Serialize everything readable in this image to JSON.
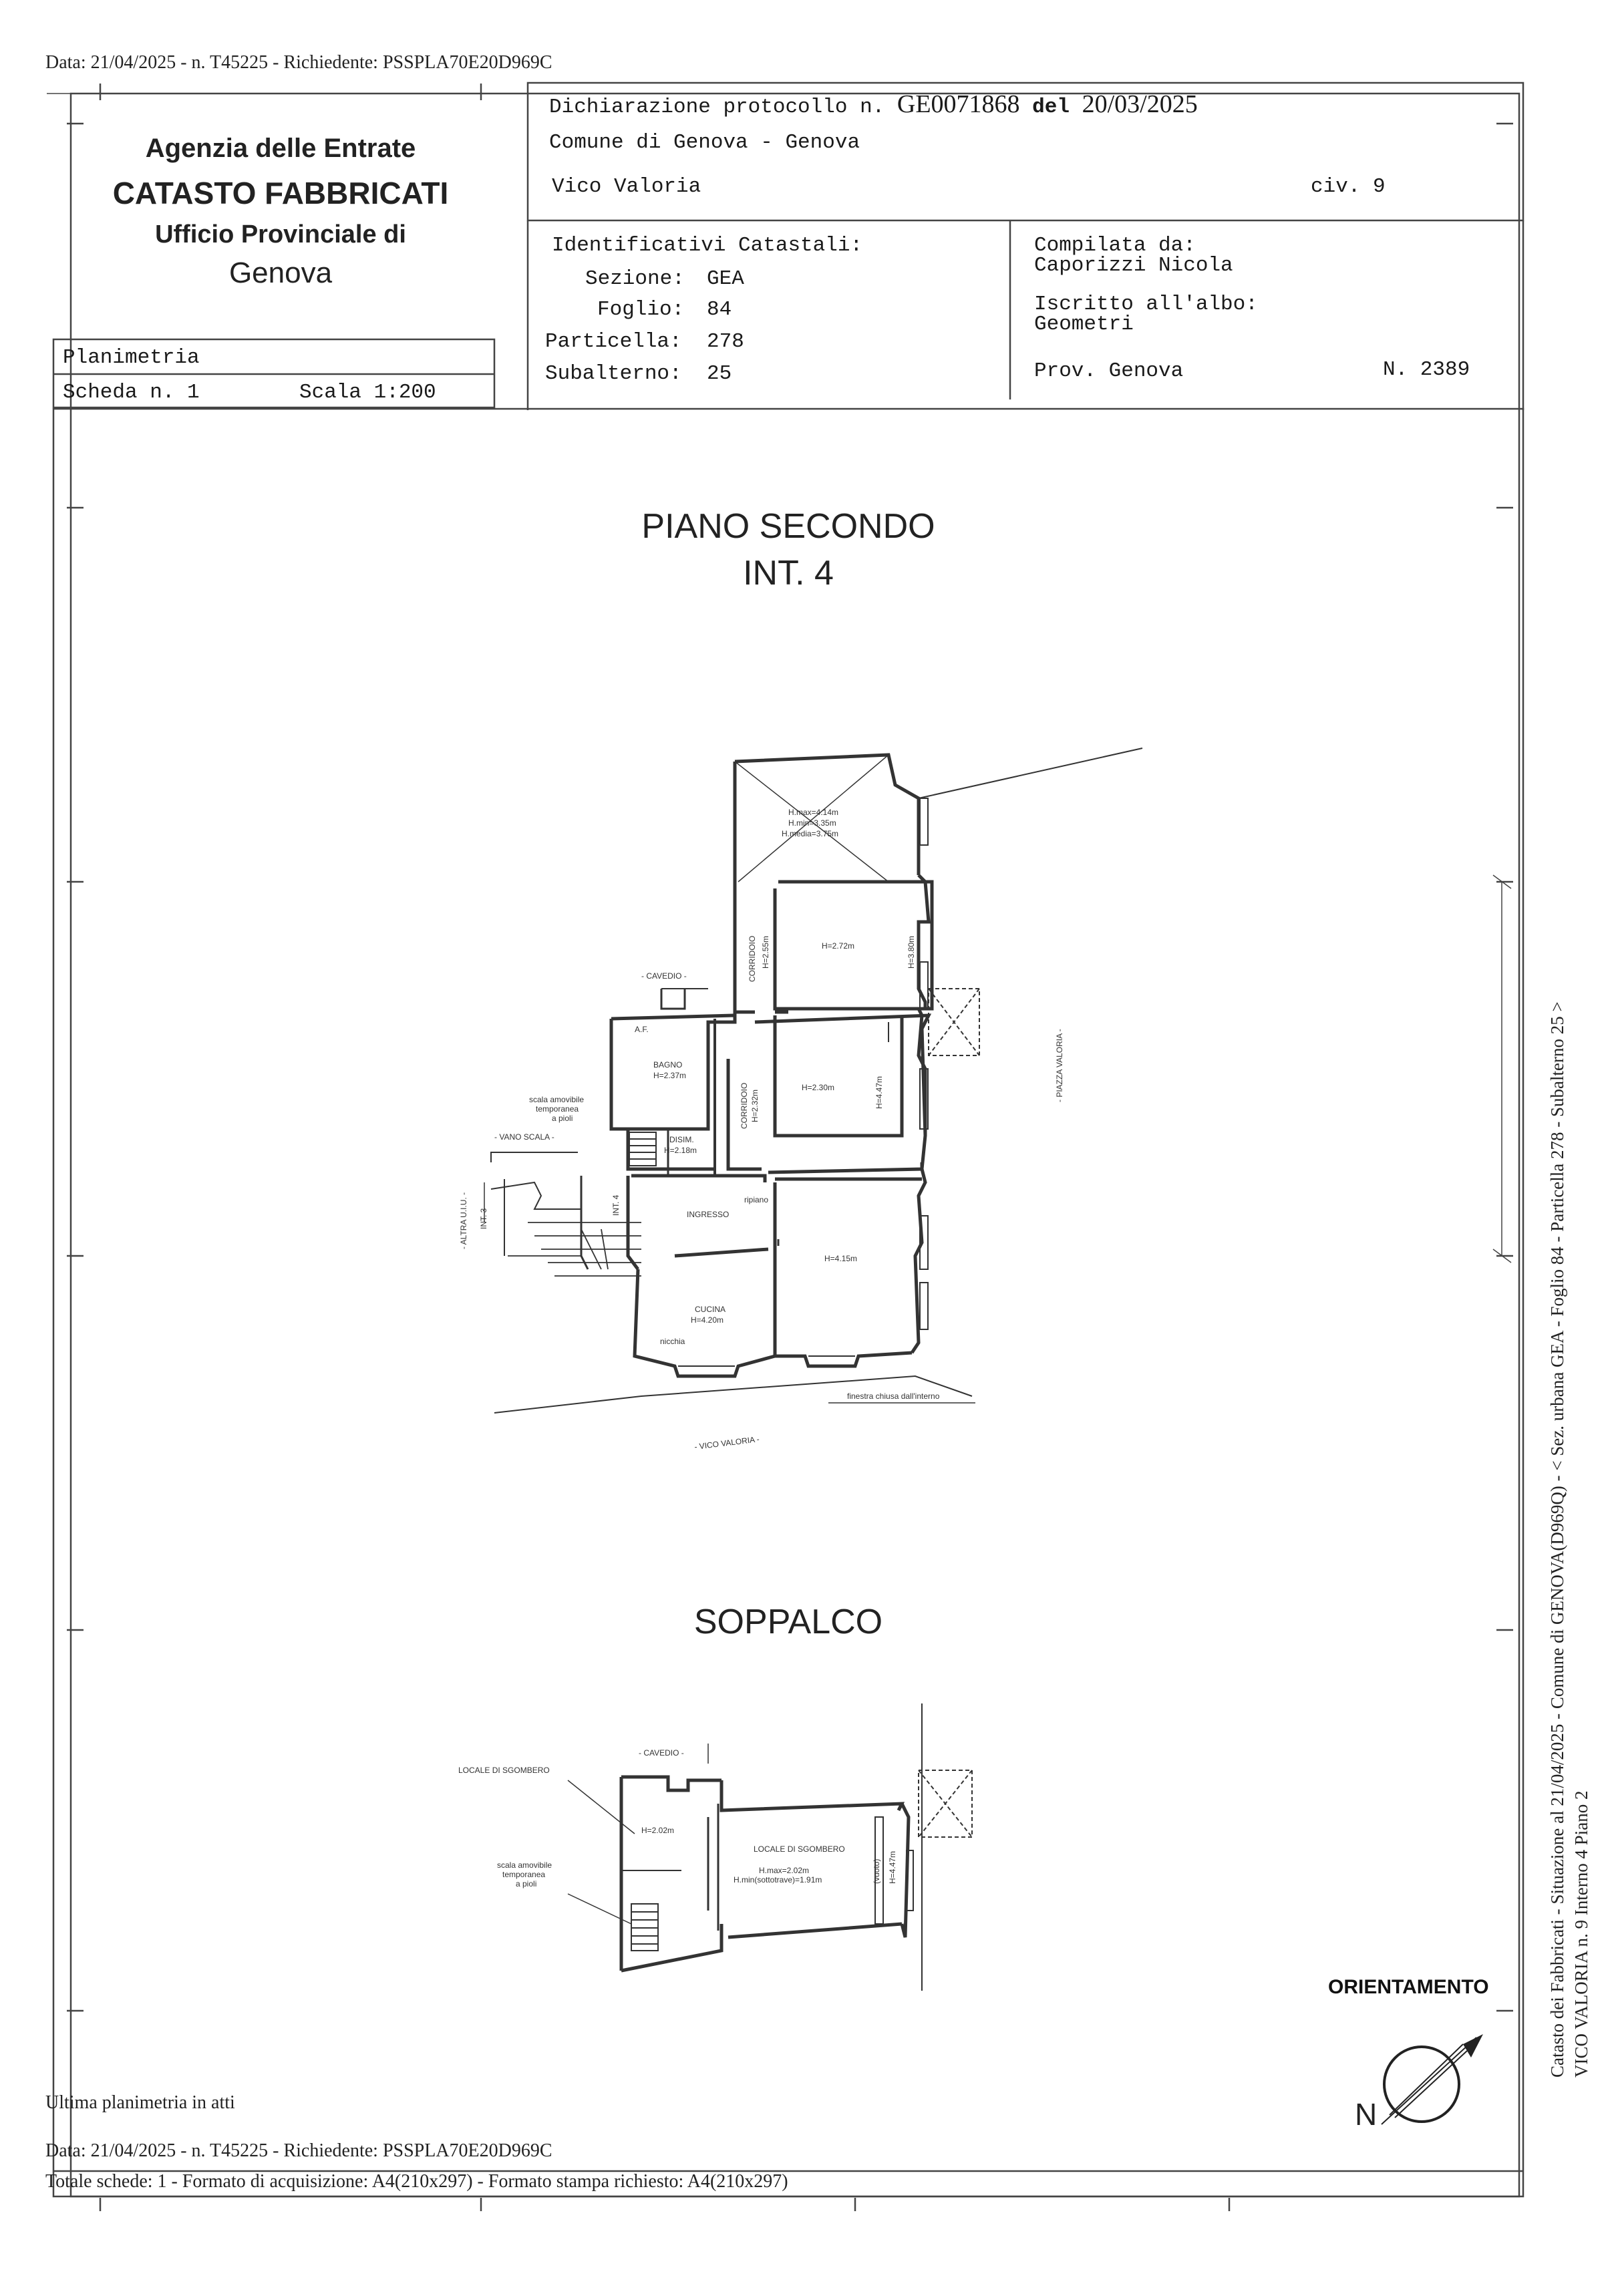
{
  "stamp_top": "Data: 21/04/2025 - n. T45225 - Richiedente: PSSPLA70E20D969C",
  "agency": {
    "name": "Agenzia delle Entrate",
    "registry": "CATASTO FABBRICATI",
    "office": "Ufficio Provinciale di",
    "city": "Genova"
  },
  "declaration": {
    "protocol_label": "Dichiarazione protocollo n.",
    "protocol_number": "GE0071868",
    "del_label": "del",
    "date": "20/03/2025",
    "municipality": "Comune di Genova - Genova",
    "street": "Vico Valoria",
    "civic": "civ. 9"
  },
  "identifiers": {
    "heading": "Identificativi Catastali:",
    "sezione_label": "Sezione:",
    "sezione": "GEA",
    "foglio_label": "Foglio:",
    "foglio": "84",
    "particella_label": "Particella:",
    "particella": "278",
    "subalterno_label": "Subalterno:",
    "subalterno": "25"
  },
  "compiler": {
    "label": "Compilata da:",
    "name": "Caporizzi Nicola",
    "albo_label": "Iscritto all'albo:",
    "albo": "Geometri",
    "prov": "Prov. Genova",
    "number": "N. 2389"
  },
  "sheet": {
    "type": "Planimetria",
    "scheda": "Scheda n. 1",
    "scala": "Scala 1:200"
  },
  "plan1": {
    "title": "PIANO SECONDO",
    "subtitle": "INT. 4",
    "labels": {
      "h_max": "H.max=4.14m",
      "h_min": "H.min=3.35m",
      "h_media": "H.media=3.75m",
      "corridoio1": "CORRIDOIO",
      "h255": "H=2.55m",
      "h272": "H=2.72m",
      "h380": "H=3.80m",
      "cavedio": "- CAVEDIO -",
      "af": "A.F.",
      "bagno": "BAGNO",
      "h237": "H=2.37m",
      "corridoio2": "CORRIDOIO",
      "h232": "H=2.32m",
      "h230": "H=2.30m",
      "h447": "H=4.47m",
      "piazza": "- PIAZZA VALORIA -",
      "scala_mobile": "scala amovibile",
      "temporanea": "temporanea",
      "a_pioli": "a pioli",
      "vano_scala": "- VANO SCALA -",
      "disim": "DISIM.",
      "h218": "H=2.18m",
      "altra_uiu": "- ALTRA U.I.U. -",
      "int3": "INT. 3",
      "int4": "INT. 4",
      "ripiano": "ripiano",
      "ingresso": "INGRESSO",
      "h415": "H=4.15m",
      "cucina": "CUCINA",
      "h420": "H=4.20m",
      "nicchia": "nicchia",
      "finestra": "finestra chiusa dall'interno",
      "vico": "- VICO VALORIA -"
    }
  },
  "plan2": {
    "title": "SOPPALCO",
    "labels": {
      "cavedio": "- CAVEDIO -",
      "locale_sgombero_ref": "LOCALE DI SGOMBERO",
      "h202": "H=2.02m",
      "locale_sgombero": "LOCALE DI SGOMBERO",
      "hmax202": "H.max=2.02m",
      "hmin191": "H.min(sottotrave)=1.91m",
      "vuoto": "(vuoto)",
      "h447": "H=4.47m",
      "scala_mobile": "scala amovibile",
      "temporanea": "temporanea",
      "a_pioli": "a pioli"
    }
  },
  "orientation": {
    "label": "ORIENTAMENTO",
    "north": "N"
  },
  "side_text": {
    "line1": "Catasto dei Fabbricati - Situazione al 21/04/2025 - Comune di GENOVA(D969Q) - < Sez. urbana GEA - Foglio 84 - Particella 278 - Subalterno 25 >",
    "line2": "VICO VALORIA n. 9  Interno 4 Piano 2"
  },
  "footer": {
    "last_plan": "Ultima planimetria in atti",
    "stamp": "Data: 21/04/2025 - n. T45225 - Richiedente: PSSPLA70E20D969C",
    "totals": "Totale schede: 1 - Formato di acquisizione: A4(210x297)  - Formato stampa richiesto: A4(210x297)"
  }
}
